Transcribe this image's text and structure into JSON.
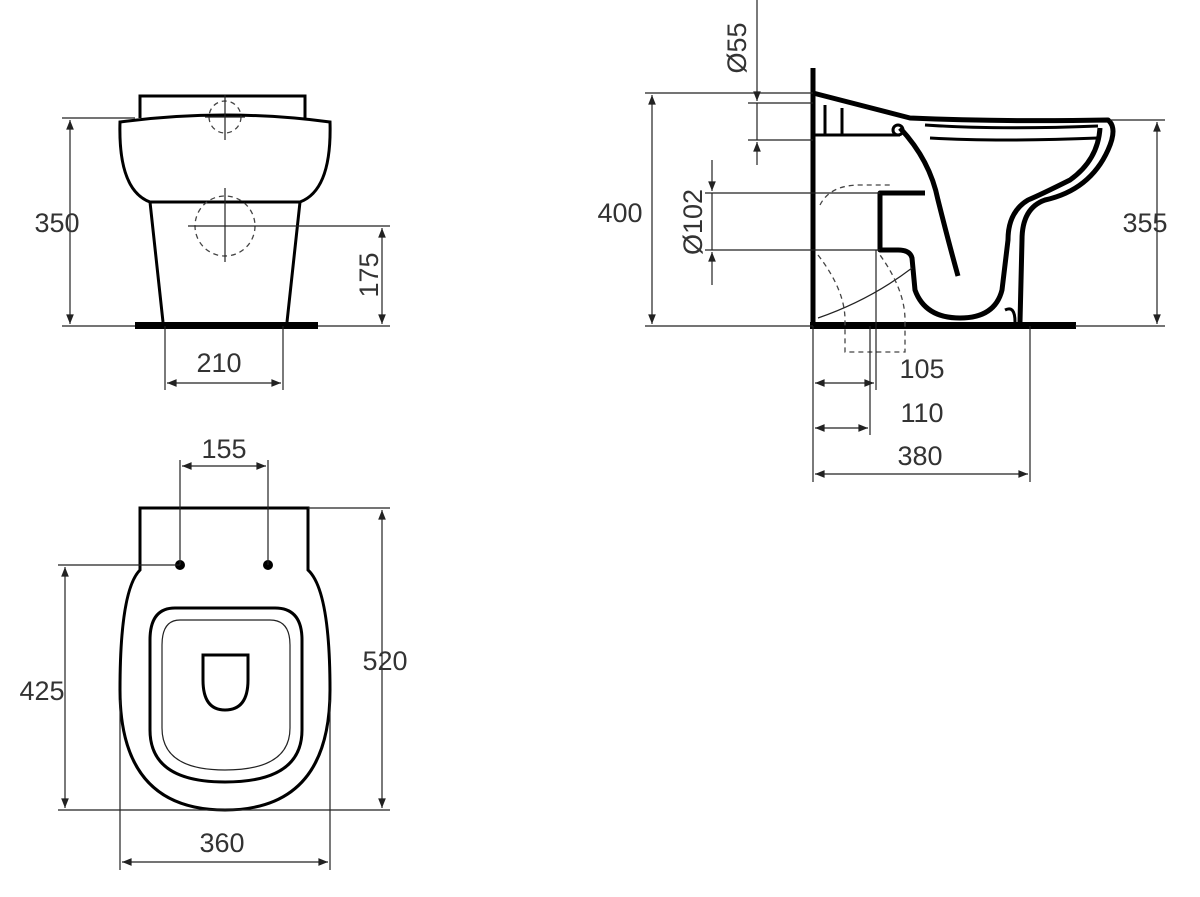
{
  "front_view": {
    "height_label": "350",
    "outlet_height_label": "175",
    "base_width_label": "210"
  },
  "top_view": {
    "fixing_spacing_label": "155",
    "length_label": "520",
    "fixing_to_front_label": "425",
    "width_label": "360"
  },
  "side_view": {
    "inlet_diameter_label": "Ø55",
    "total_height_label": "400",
    "outlet_diameter_label": "Ø102",
    "rim_height_label": "355",
    "outlet_distance_1_label": "105",
    "outlet_distance_2_label": "110",
    "depth_label": "380"
  }
}
